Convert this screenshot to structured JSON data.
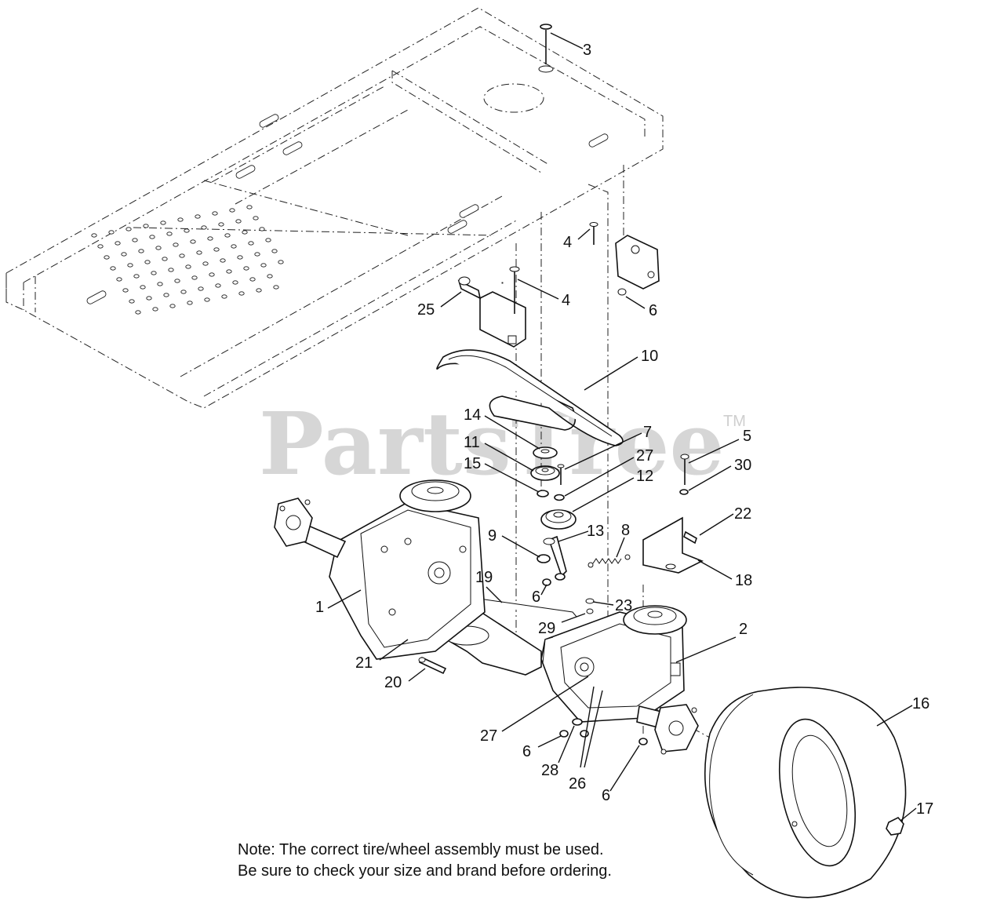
{
  "watermark": {
    "text": "PartsTree",
    "trademark": "TM"
  },
  "note": {
    "line1": "Note: The correct tire/wheel assembly must be used.",
    "line2": "Be sure to check your size and brand before ordering."
  },
  "callouts": [
    {
      "id": "c1",
      "label": "1"
    },
    {
      "id": "c2",
      "label": "2"
    },
    {
      "id": "c3",
      "label": "3"
    },
    {
      "id": "c4a",
      "label": "4"
    },
    {
      "id": "c4b",
      "label": "4"
    },
    {
      "id": "c5",
      "label": "5"
    },
    {
      "id": "c6a",
      "label": "6"
    },
    {
      "id": "c6b",
      "label": "6"
    },
    {
      "id": "c6c",
      "label": "6"
    },
    {
      "id": "c6d",
      "label": "6"
    },
    {
      "id": "c7",
      "label": "7"
    },
    {
      "id": "c8",
      "label": "8"
    },
    {
      "id": "c9",
      "label": "9"
    },
    {
      "id": "c10",
      "label": "10"
    },
    {
      "id": "c11",
      "label": "11"
    },
    {
      "id": "c12",
      "label": "12"
    },
    {
      "id": "c13",
      "label": "13"
    },
    {
      "id": "c14",
      "label": "14"
    },
    {
      "id": "c15",
      "label": "15"
    },
    {
      "id": "c16",
      "label": "16"
    },
    {
      "id": "c17",
      "label": "17"
    },
    {
      "id": "c18",
      "label": "18"
    },
    {
      "id": "c19",
      "label": "19"
    },
    {
      "id": "c20",
      "label": "20"
    },
    {
      "id": "c21",
      "label": "21"
    },
    {
      "id": "c22",
      "label": "22"
    },
    {
      "id": "c23",
      "label": "23"
    },
    {
      "id": "c25",
      "label": "25"
    },
    {
      "id": "c26",
      "label": "26"
    },
    {
      "id": "c27a",
      "label": "27"
    },
    {
      "id": "c27b",
      "label": "27"
    },
    {
      "id": "c28",
      "label": "28"
    },
    {
      "id": "c29",
      "label": "29"
    },
    {
      "id": "c30",
      "label": "30"
    }
  ]
}
